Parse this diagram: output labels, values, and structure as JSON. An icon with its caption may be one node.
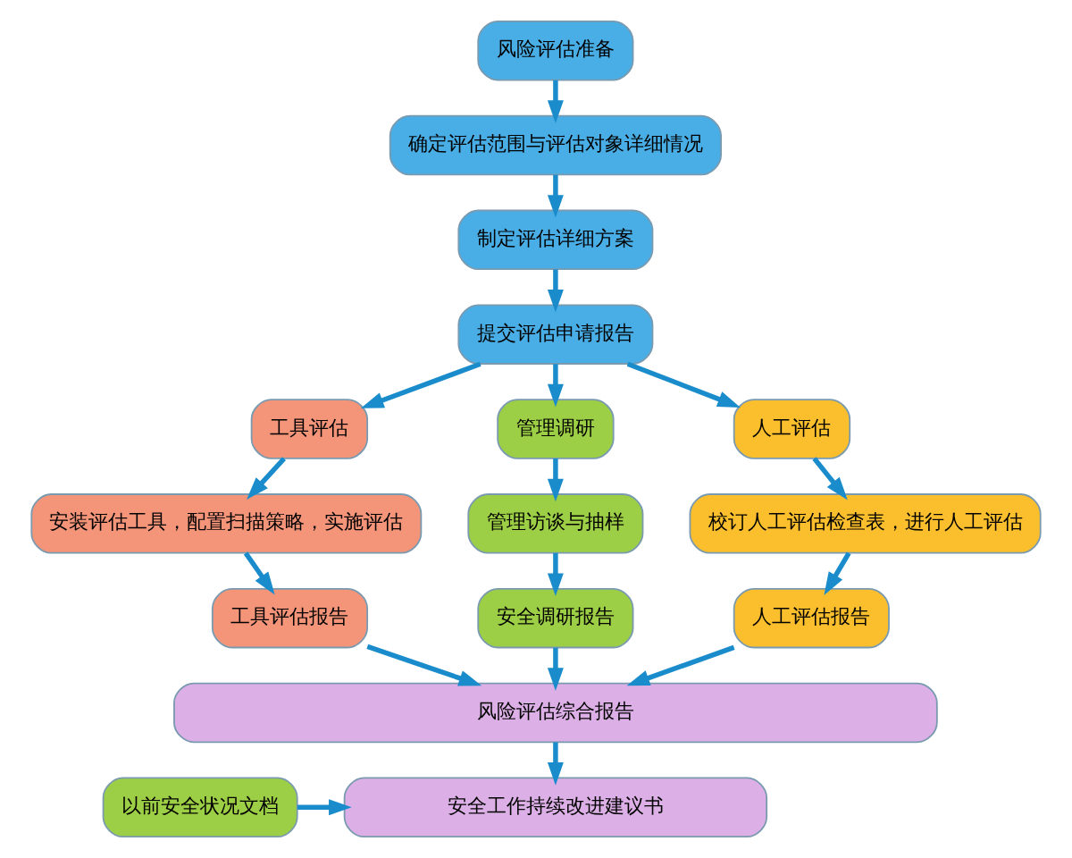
{
  "diagram": {
    "nodes": [
      {
        "text": [
          "风险评估准备"
        ]
      },
      {
        "text": [
          "确定评估范围与评估对象详细情况"
        ]
      },
      {
        "text": [
          "制定评估详细方案"
        ]
      },
      {
        "text": [
          "提交评估申请报告"
        ]
      },
      {
        "text": [
          "工具评估"
        ]
      },
      {
        "text": [
          "管理调研"
        ]
      },
      {
        "text": [
          "人工评估"
        ]
      },
      {
        "text": [
          "安装评估工具，配置扫描策略，实施评估"
        ]
      },
      {
        "text": [
          "管理访谈与抽样"
        ]
      },
      {
        "text": [
          "校订人工评估检查表，进行人工评估"
        ]
      },
      {
        "text": [
          "工具评估报告"
        ]
      },
      {
        "text": [
          "安全调研报告"
        ]
      },
      {
        "text": [
          "人工评估报告"
        ]
      },
      {
        "text": [
          "风险评估综合报告"
        ]
      },
      {
        "text": [
          "以前安全状况文档"
        ]
      },
      {
        "text": [
          "安全工作持续改进建议书"
        ]
      }
    ],
    "edges": [
      {
        "from": 0,
        "to": 1,
        "arrow": "to"
      },
      {
        "from": 1,
        "to": 2,
        "arrow": "to"
      },
      {
        "from": 2,
        "to": 3,
        "arrow": "to"
      },
      {
        "from": 3,
        "to": 4,
        "arrow": "to"
      },
      {
        "from": 3,
        "to": 5,
        "arrow": "to"
      },
      {
        "from": 3,
        "to": 6,
        "arrow": "to"
      },
      {
        "from": 4,
        "to": 7,
        "arrow": "to"
      },
      {
        "from": 5,
        "to": 8,
        "arrow": "to"
      },
      {
        "from": 6,
        "to": 9,
        "arrow": "to"
      },
      {
        "from": 7,
        "to": 10,
        "arrow": "to"
      },
      {
        "from": 8,
        "to": 11,
        "arrow": "to"
      },
      {
        "from": 9,
        "to": 12,
        "arrow": "to"
      },
      {
        "from": 10,
        "to": 13,
        "arrow": "to"
      },
      {
        "from": 11,
        "to": 13,
        "arrow": "to"
      },
      {
        "from": 12,
        "to": 13,
        "arrow": "to"
      },
      {
        "from": 13,
        "to": 15,
        "arrow": "to"
      },
      {
        "from": 14,
        "to": 15,
        "arrow": "to"
      }
    ]
  }
}
